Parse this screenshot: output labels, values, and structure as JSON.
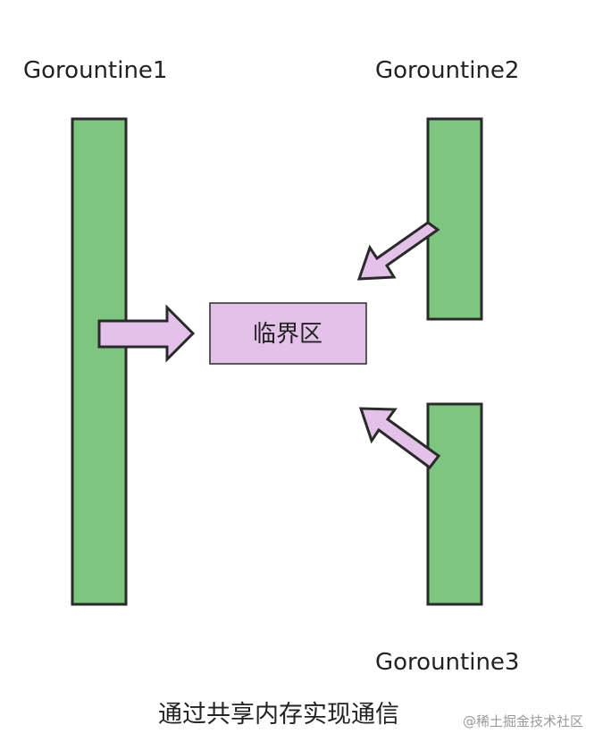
{
  "diagram": {
    "labels": {
      "g1": "Gorountine1",
      "g2": "Gorountine2",
      "g3": "Gorountine3"
    },
    "critical_section": "临界区",
    "caption": "通过共享内存实现通信",
    "watermark": "@稀土掘金技术社区",
    "colors": {
      "goroutine_fill": "#7dc580",
      "critical_fill": "#e3c1e8",
      "arrow_fill": "#e3c1e8",
      "outline": "#2a2a2a",
      "text": "#222222"
    }
  }
}
